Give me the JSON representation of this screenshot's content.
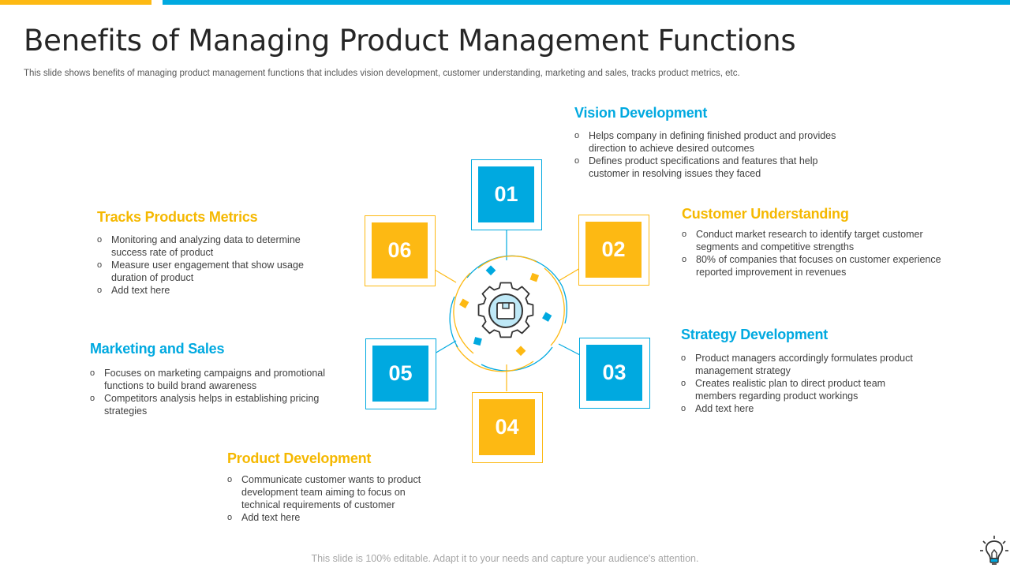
{
  "header": {
    "title": "Benefits of Managing Product Management Functions",
    "subtitle": "This slide shows benefits of managing product management functions that includes vision development, customer understanding, marketing and sales, tracks product metrics, etc."
  },
  "nodes": {
    "n01": "01",
    "n02": "02",
    "n03": "03",
    "n04": "04",
    "n05": "05",
    "n06": "06"
  },
  "sections": {
    "vision": {
      "title": "Vision Development",
      "bullets": [
        "Helps company in defining finished product and provides direction to achieve  desired outcomes",
        "Defines product specifications and features that help customer in resolving  issues they faced"
      ]
    },
    "customer": {
      "title": "Customer Understanding",
      "bullets": [
        "Conduct market research to identify target customer segments and competitive strengths",
        "80% of companies that focuses on customer experience reported improvement  in revenues"
      ]
    },
    "strategy": {
      "title": "Strategy Development",
      "bullets": [
        "Product managers accordingly formulates product management strategy",
        "Creates realistic plan to direct product team members regarding  product workings",
        "Add text here"
      ]
    },
    "product": {
      "title": "Product Development",
      "bullets": [
        "Communicate  customer wants to product development  team aiming to focus on technical requirements  of customer",
        "Add text here"
      ]
    },
    "marketing": {
      "title": "Marketing and Sales",
      "bullets": [
        "Focuses on marketing campaigns and promotional functions to build brand awareness",
        "Competitors analysis helps in establishing pricing strategies"
      ]
    },
    "metrics": {
      "title": "Tracks Products Metrics",
      "bullets": [
        "Monitoring  and analyzing data to determine success rate of product",
        "Measure user engagement  that show usage duration of product",
        "Add text here"
      ]
    }
  },
  "footer": {
    "text": "This slide is 100% editable. Adapt it to your needs and capture your audience's attention."
  },
  "icons": {
    "center": "gear-box-icon",
    "corner": "lightbulb-icon"
  },
  "colors": {
    "blue": "#00A9E0",
    "yellow": "#FDB913",
    "title": "#262626"
  }
}
